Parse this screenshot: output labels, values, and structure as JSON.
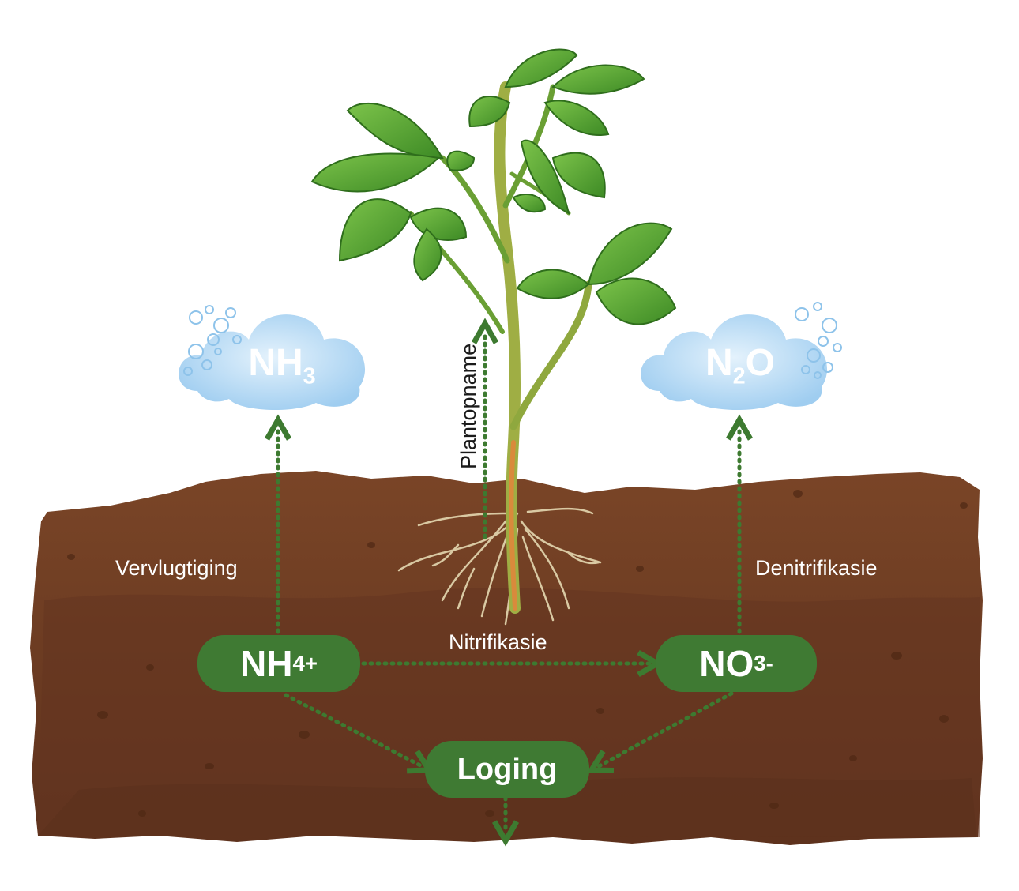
{
  "clouds": {
    "left": {
      "main": "NH",
      "sub": "3"
    },
    "right": {
      "main": "N",
      "sub": "2",
      "tail": "O"
    }
  },
  "pills": {
    "ammonium": {
      "main": "NH",
      "sub": "4",
      "sup": "+"
    },
    "nitrate": {
      "main": "NO",
      "sub": "3",
      "sup": "-"
    },
    "leaching": "Loging"
  },
  "labels": {
    "volatilization": "Vervlugtiging",
    "plant_uptake": "Plantopname",
    "nitrification": "Nitrifikasie",
    "denitrification": "Denitrifikasie"
  },
  "colors": {
    "soil_top": "#7a4527",
    "soil_bottom": "#5e321d",
    "pill": "#3f7a33",
    "arrow": "#3d7a30",
    "leaf": "#4f9a2e",
    "leaf_light": "#7cc34a",
    "stem": "#a8b84a",
    "cloud": "#b9dcf4"
  }
}
